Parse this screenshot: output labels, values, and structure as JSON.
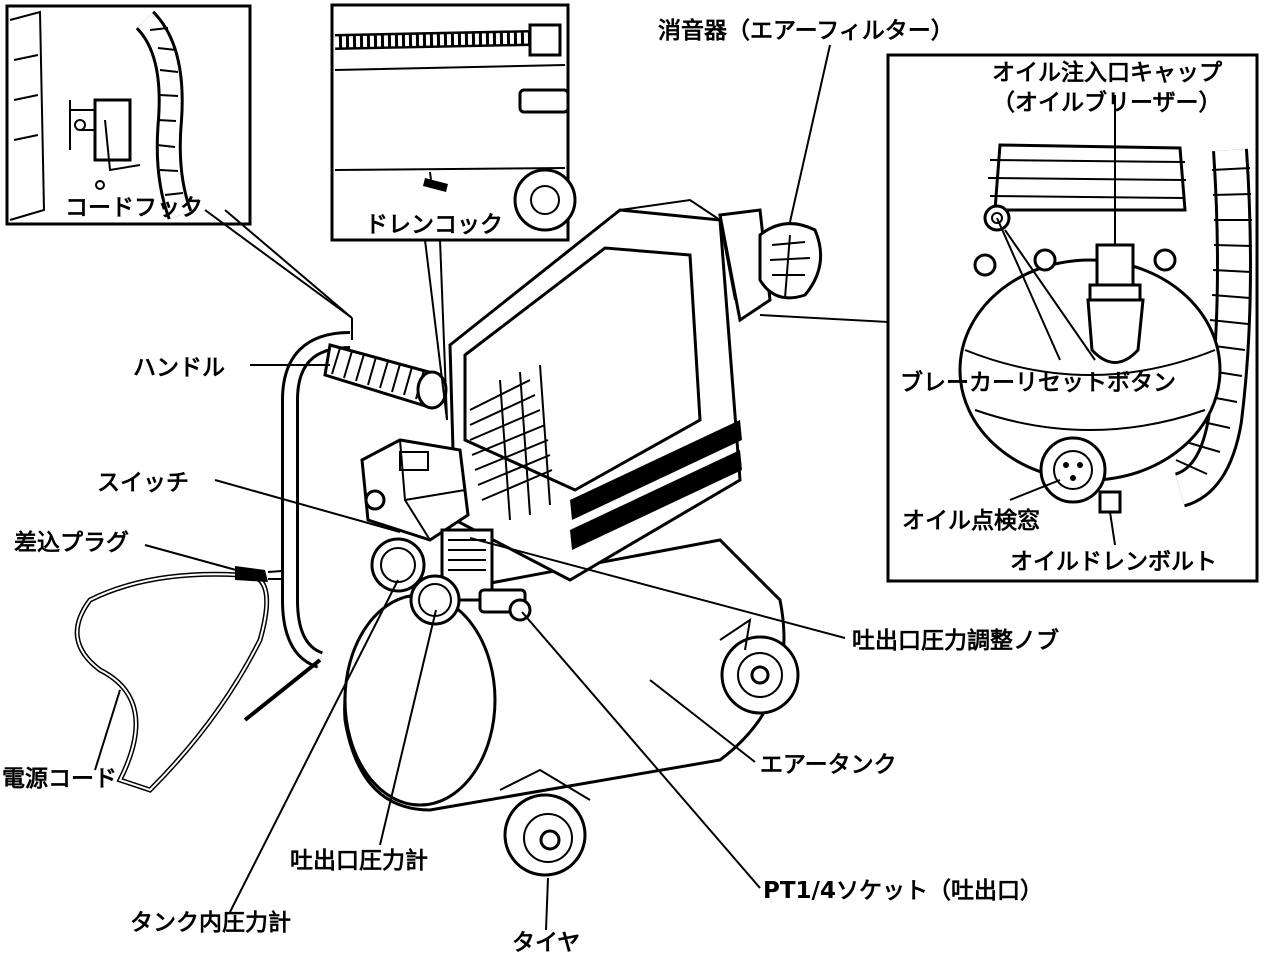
{
  "labels": {
    "cord_hook": "コードフック",
    "drain_cock": "ドレンコック",
    "silencer": "消音器（エアーフィルター）",
    "oil_cap_line1": "オイル注入口キャップ",
    "oil_cap_line2": "（オイルブリーザー）",
    "handle": "ハンドル",
    "breaker_reset": "ブレーカーリセットボタン",
    "switch": "スイッチ",
    "oil_window": "オイル点検窓",
    "plug": "差込プラグ",
    "oil_drain_bolt": "オイルドレンボルト",
    "pressure_knob": "吐出口圧力調整ノブ",
    "air_tank": "エアータンク",
    "power_cord": "電源コード",
    "outlet_gauge": "吐出口圧力計",
    "socket": "PT1/4ソケット（吐出口）",
    "tank_gauge": "タンク内圧力計",
    "tire": "タイヤ"
  },
  "icons": {
    "compressor": "air-compressor-illustration",
    "inset_cord_hook": "cord-hook-detail",
    "inset_drain": "drain-cock-detail",
    "inset_oil": "oil-section-detail"
  }
}
